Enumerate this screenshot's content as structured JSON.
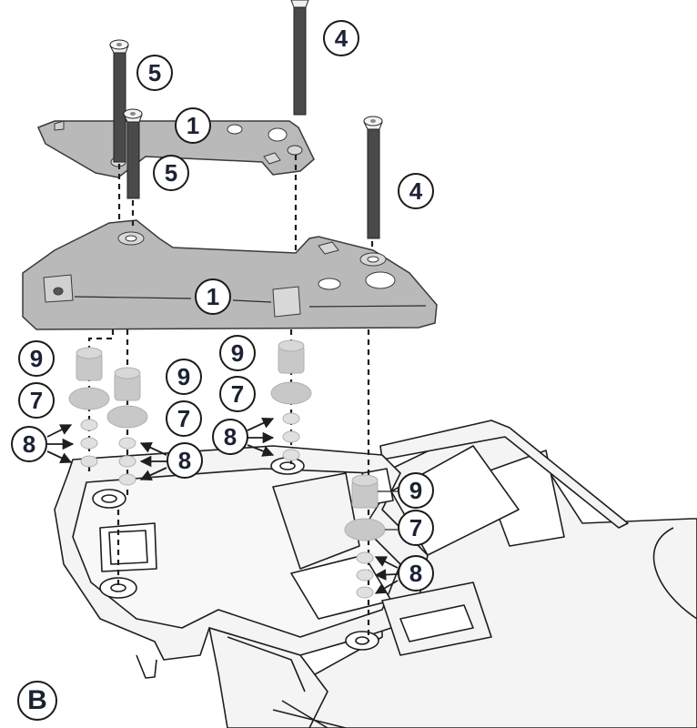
{
  "diagram": {
    "view_label": "B",
    "colors": {
      "plate": "#b9b9b9",
      "plate_stroke": "#3a3a3a",
      "screw": "#4a4a4a",
      "spacer": "#c8c8c8",
      "rack_fill": "#f4f4f4",
      "line": "#1e1e1e",
      "label_text": "#1b2233"
    },
    "callouts": {
      "plate_upper": "1",
      "plate_lower": "1",
      "screw_4_top": "4",
      "screw_4_right": "4",
      "screw_5_top": "5",
      "screw_5_mid": "5",
      "left_spacer_9": "9",
      "left_washer_7": "7",
      "left_washers_8": "8",
      "mid_spacer_9": "9",
      "mid_washer_7": "7",
      "mid_washers_8": "8",
      "center_spacer_9": "9",
      "center_washer_7": "7",
      "center_washers_8": "8",
      "right_spacer_9": "9",
      "right_washer_7": "7",
      "right_washers_8": "8"
    }
  }
}
